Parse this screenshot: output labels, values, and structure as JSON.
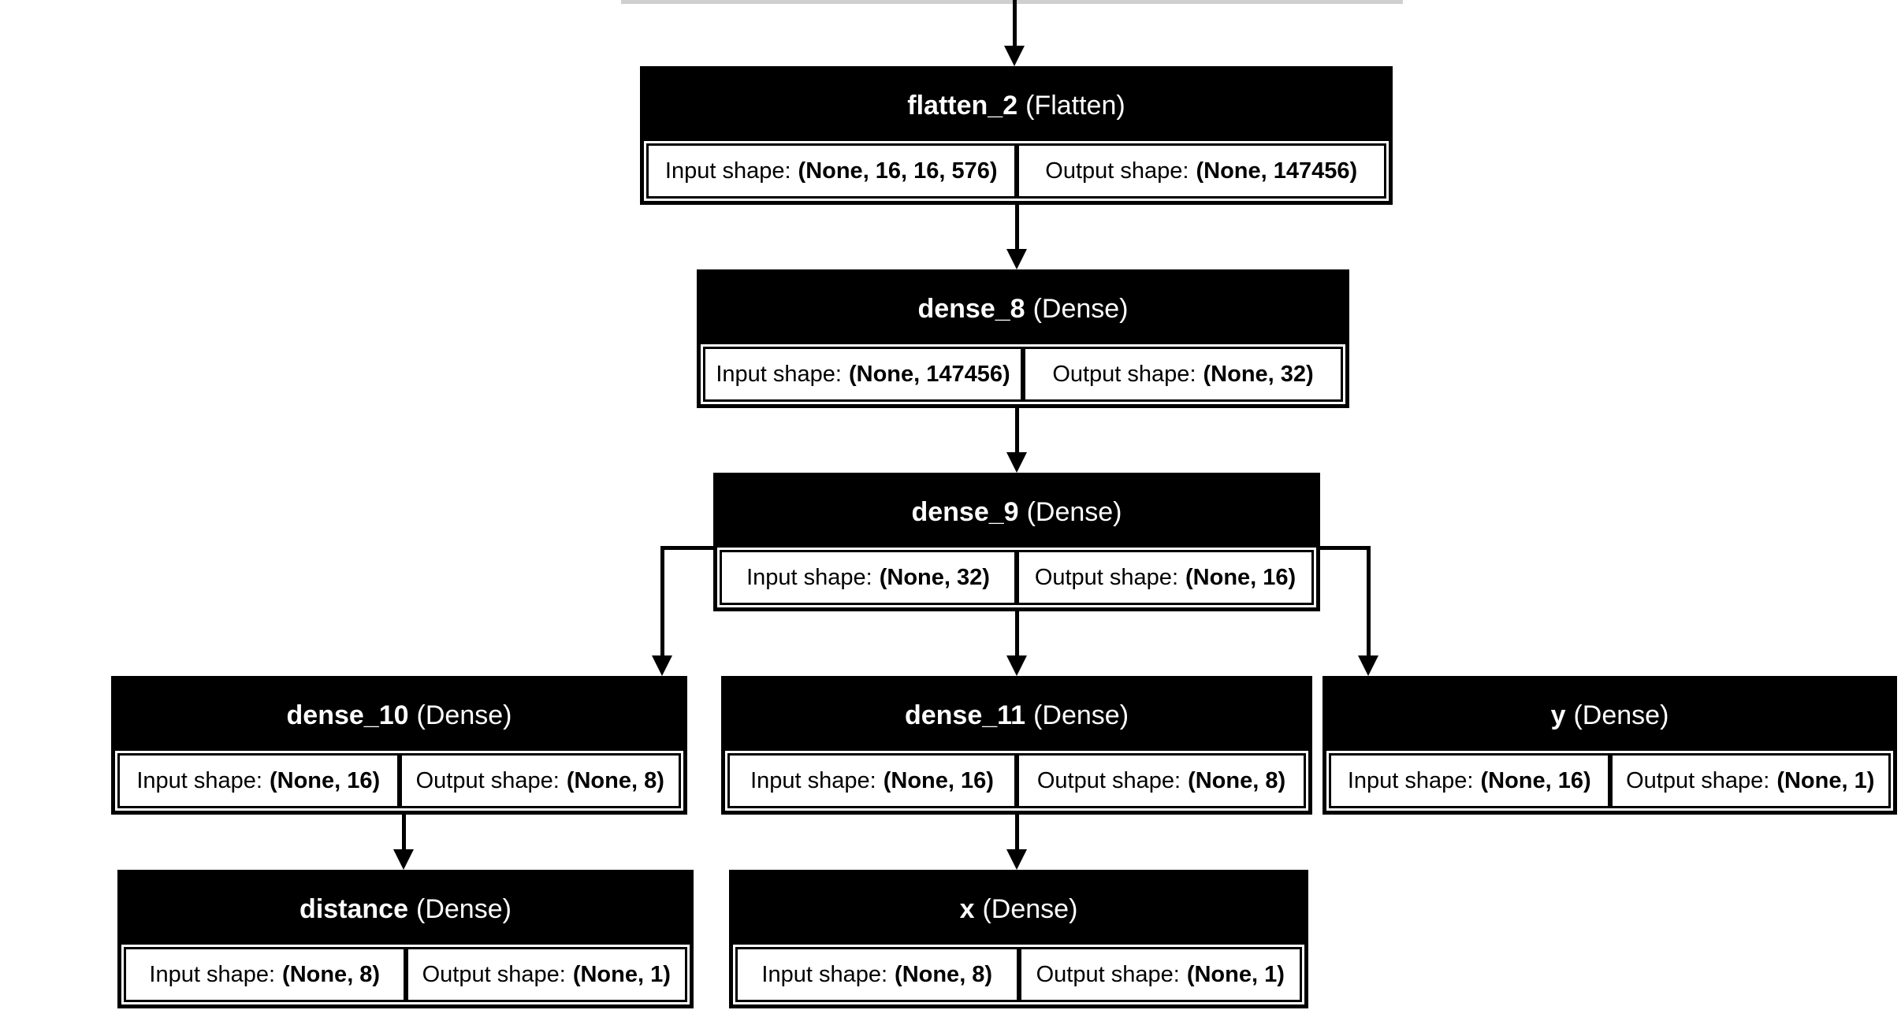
{
  "diagram": {
    "kind": "keras-model-architecture",
    "colors": {
      "node_fill": "#000000",
      "node_text": "#ffffff",
      "cell_fill": "#ffffff",
      "cell_text": "#000000",
      "edge": "#000000",
      "cropped_edge_line": "#cfcfcf",
      "background": "#ffffff"
    },
    "labels": {
      "input_prefix": "Input shape:",
      "output_prefix": "Output shape:"
    },
    "nodes": [
      {
        "id": "flatten_2",
        "name": "flatten_2",
        "type_label": "(Flatten)",
        "input_shape": "(None, 16, 16, 576)",
        "output_shape": "(None, 147456)"
      },
      {
        "id": "dense_8",
        "name": "dense_8",
        "type_label": "(Dense)",
        "input_shape": "(None, 147456)",
        "output_shape": "(None, 32)"
      },
      {
        "id": "dense_9",
        "name": "dense_9",
        "type_label": "(Dense)",
        "input_shape": "(None, 32)",
        "output_shape": "(None, 16)"
      },
      {
        "id": "dense_10",
        "name": "dense_10",
        "type_label": "(Dense)",
        "input_shape": "(None, 16)",
        "output_shape": "(None, 8)"
      },
      {
        "id": "dense_11",
        "name": "dense_11",
        "type_label": "(Dense)",
        "input_shape": "(None, 16)",
        "output_shape": "(None, 8)"
      },
      {
        "id": "y",
        "name": "y",
        "type_label": "(Dense)",
        "input_shape": "(None, 16)",
        "output_shape": "(None, 1)"
      },
      {
        "id": "distance",
        "name": "distance",
        "type_label": "(Dense)",
        "input_shape": "(None, 8)",
        "output_shape": "(None, 1)"
      },
      {
        "id": "x",
        "name": "x",
        "type_label": "(Dense)",
        "input_shape": "(None, 8)",
        "output_shape": "(None, 1)"
      }
    ],
    "edges": [
      {
        "from": null,
        "to": "flatten_2"
      },
      {
        "from": "flatten_2",
        "to": "dense_8"
      },
      {
        "from": "dense_8",
        "to": "dense_9"
      },
      {
        "from": "dense_9",
        "to": "dense_10"
      },
      {
        "from": "dense_9",
        "to": "dense_11"
      },
      {
        "from": "dense_9",
        "to": "y"
      },
      {
        "from": "dense_10",
        "to": "distance"
      },
      {
        "from": "dense_11",
        "to": "x"
      }
    ]
  }
}
